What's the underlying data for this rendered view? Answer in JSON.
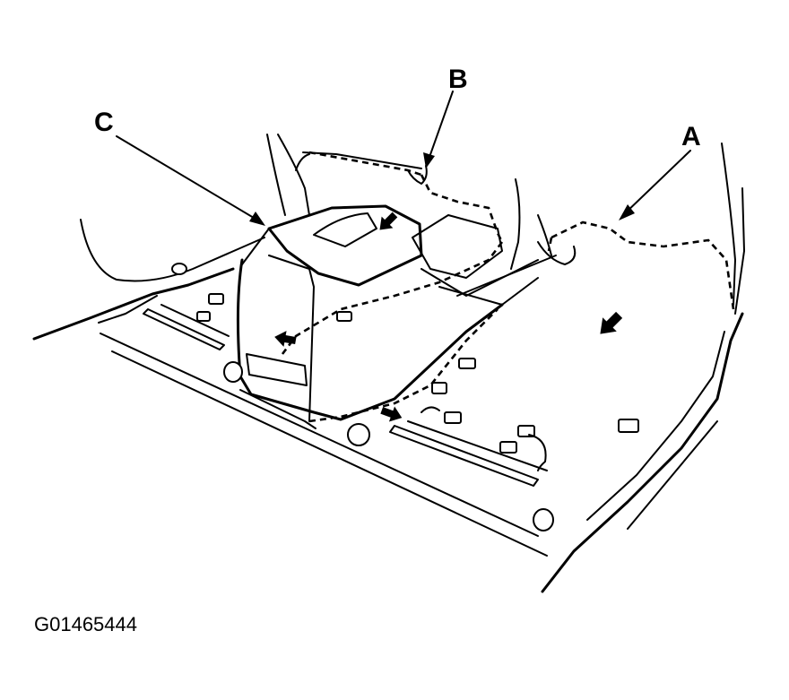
{
  "labels": {
    "a": "A",
    "b": "B",
    "c": "C"
  },
  "figure_id": "G01465444",
  "icons": [
    "removal-direction-arrow-icon"
  ]
}
